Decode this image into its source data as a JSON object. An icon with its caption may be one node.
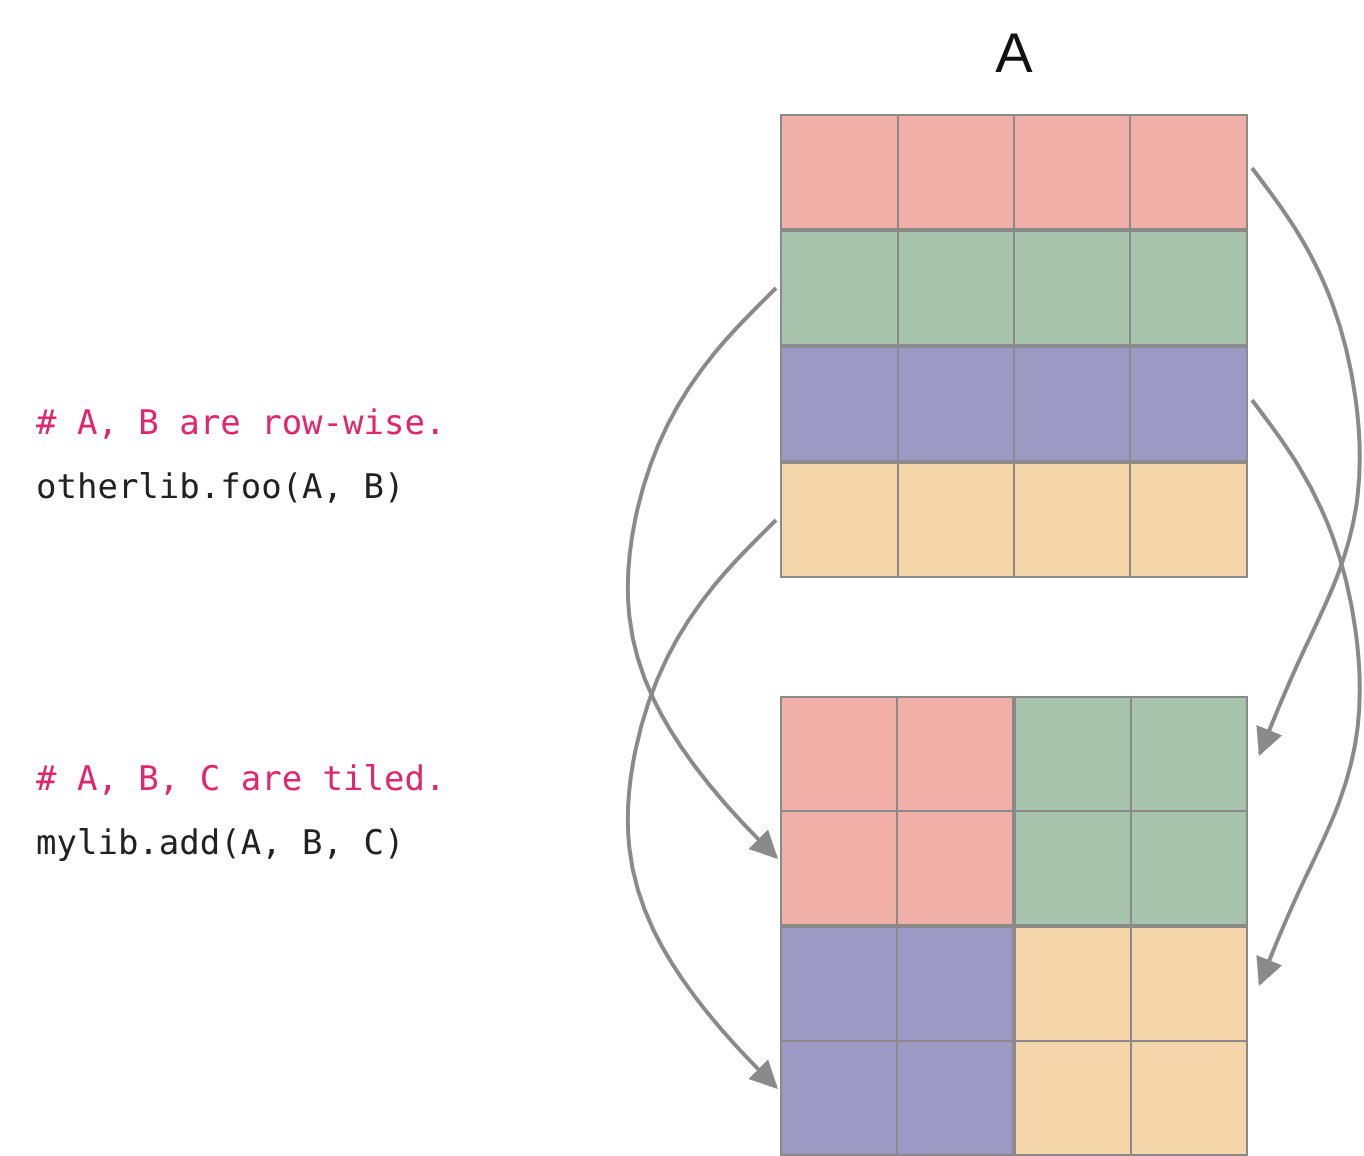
{
  "diagram": {
    "nodes": [
      {
        "text": [
          "A"
        ]
      },
      {
        "text": [],
        "shape": "bar",
        "in": 0
      },
      {
        "text": [],
        "shape": "bar",
        "in": 0
      },
      {
        "text": [],
        "shape": "bar",
        "in": 0
      },
      {
        "text": [],
        "shape": "bar",
        "in": 0
      },
      {
        "text": [],
        "shape": "box"
      },
      {
        "text": [],
        "shape": "box",
        "in": 5
      },
      {
        "text": [],
        "shape": "box",
        "in": 5
      },
      {
        "text": [],
        "shape": "box",
        "in": 5
      },
      {
        "text": [],
        "shape": "box",
        "in": 5
      }
    ],
    "edges": [
      {
        "from": 2,
        "to": 6,
        "arrow": "to"
      },
      {
        "from": 4,
        "to": 8,
        "arrow": "to"
      },
      {
        "from": 1,
        "to": 7,
        "arrow": "to"
      },
      {
        "from": 3,
        "to": 9,
        "arrow": "to"
      }
    ],
    "labels": [
      "# A, B are row-wise.",
      "otherlib.foo(A, B)",
      "# A, B, C are tiled.",
      "mylib.add(A, B, C)"
    ]
  }
}
